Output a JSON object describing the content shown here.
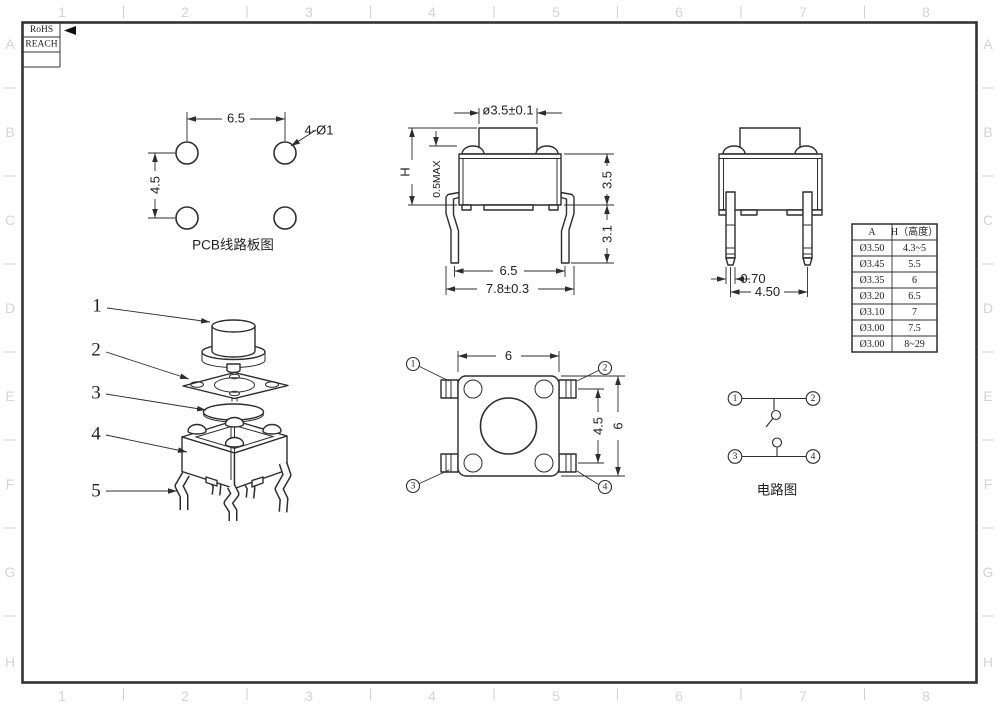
{
  "corner": {
    "rohs": "RoHS",
    "reach": "REACH"
  },
  "grid": {
    "letters": [
      "A",
      "B",
      "C",
      "D",
      "E",
      "F",
      "G",
      "H"
    ],
    "numbers": [
      "1",
      "2",
      "3",
      "4",
      "5",
      "6",
      "7",
      "8"
    ]
  },
  "pcb": {
    "caption": "PCB线路板图",
    "width": "6.5",
    "height": "4.5",
    "holes": "4-Ø1"
  },
  "front": {
    "stem_dia": "ø3.5±0.1",
    "height": "H",
    "bump": "0.5MAX",
    "body": "3.5",
    "legs": "3.1",
    "pins": "6.5",
    "overall": "7.8±0.3"
  },
  "side": {
    "leg_width": "0.70",
    "leg_pitch": "4.50"
  },
  "top": {
    "width": "6",
    "pin_pitch": "4.5",
    "depth": "6",
    "pin1": "1",
    "pin2": "2",
    "pin3": "3",
    "pin4": "4"
  },
  "circuit": {
    "caption": "电路图",
    "pin1": "1",
    "pin2": "2",
    "pin3": "3",
    "pin4": "4"
  },
  "spec_table": {
    "col_a": "A",
    "col_h": "H（高度）",
    "rows": [
      [
        "Ø3.50",
        "4.3~5"
      ],
      [
        "Ø3.45",
        "5.5"
      ],
      [
        "Ø3.35",
        "6"
      ],
      [
        "Ø3.20",
        "6.5"
      ],
      [
        "Ø3.10",
        "7"
      ],
      [
        "Ø3.00",
        "7.5"
      ],
      [
        "Ø3.00",
        "8~29"
      ]
    ]
  },
  "exploded": {
    "p1": "1",
    "p2": "2",
    "p3": "3",
    "p4": "4",
    "p5": "5"
  }
}
